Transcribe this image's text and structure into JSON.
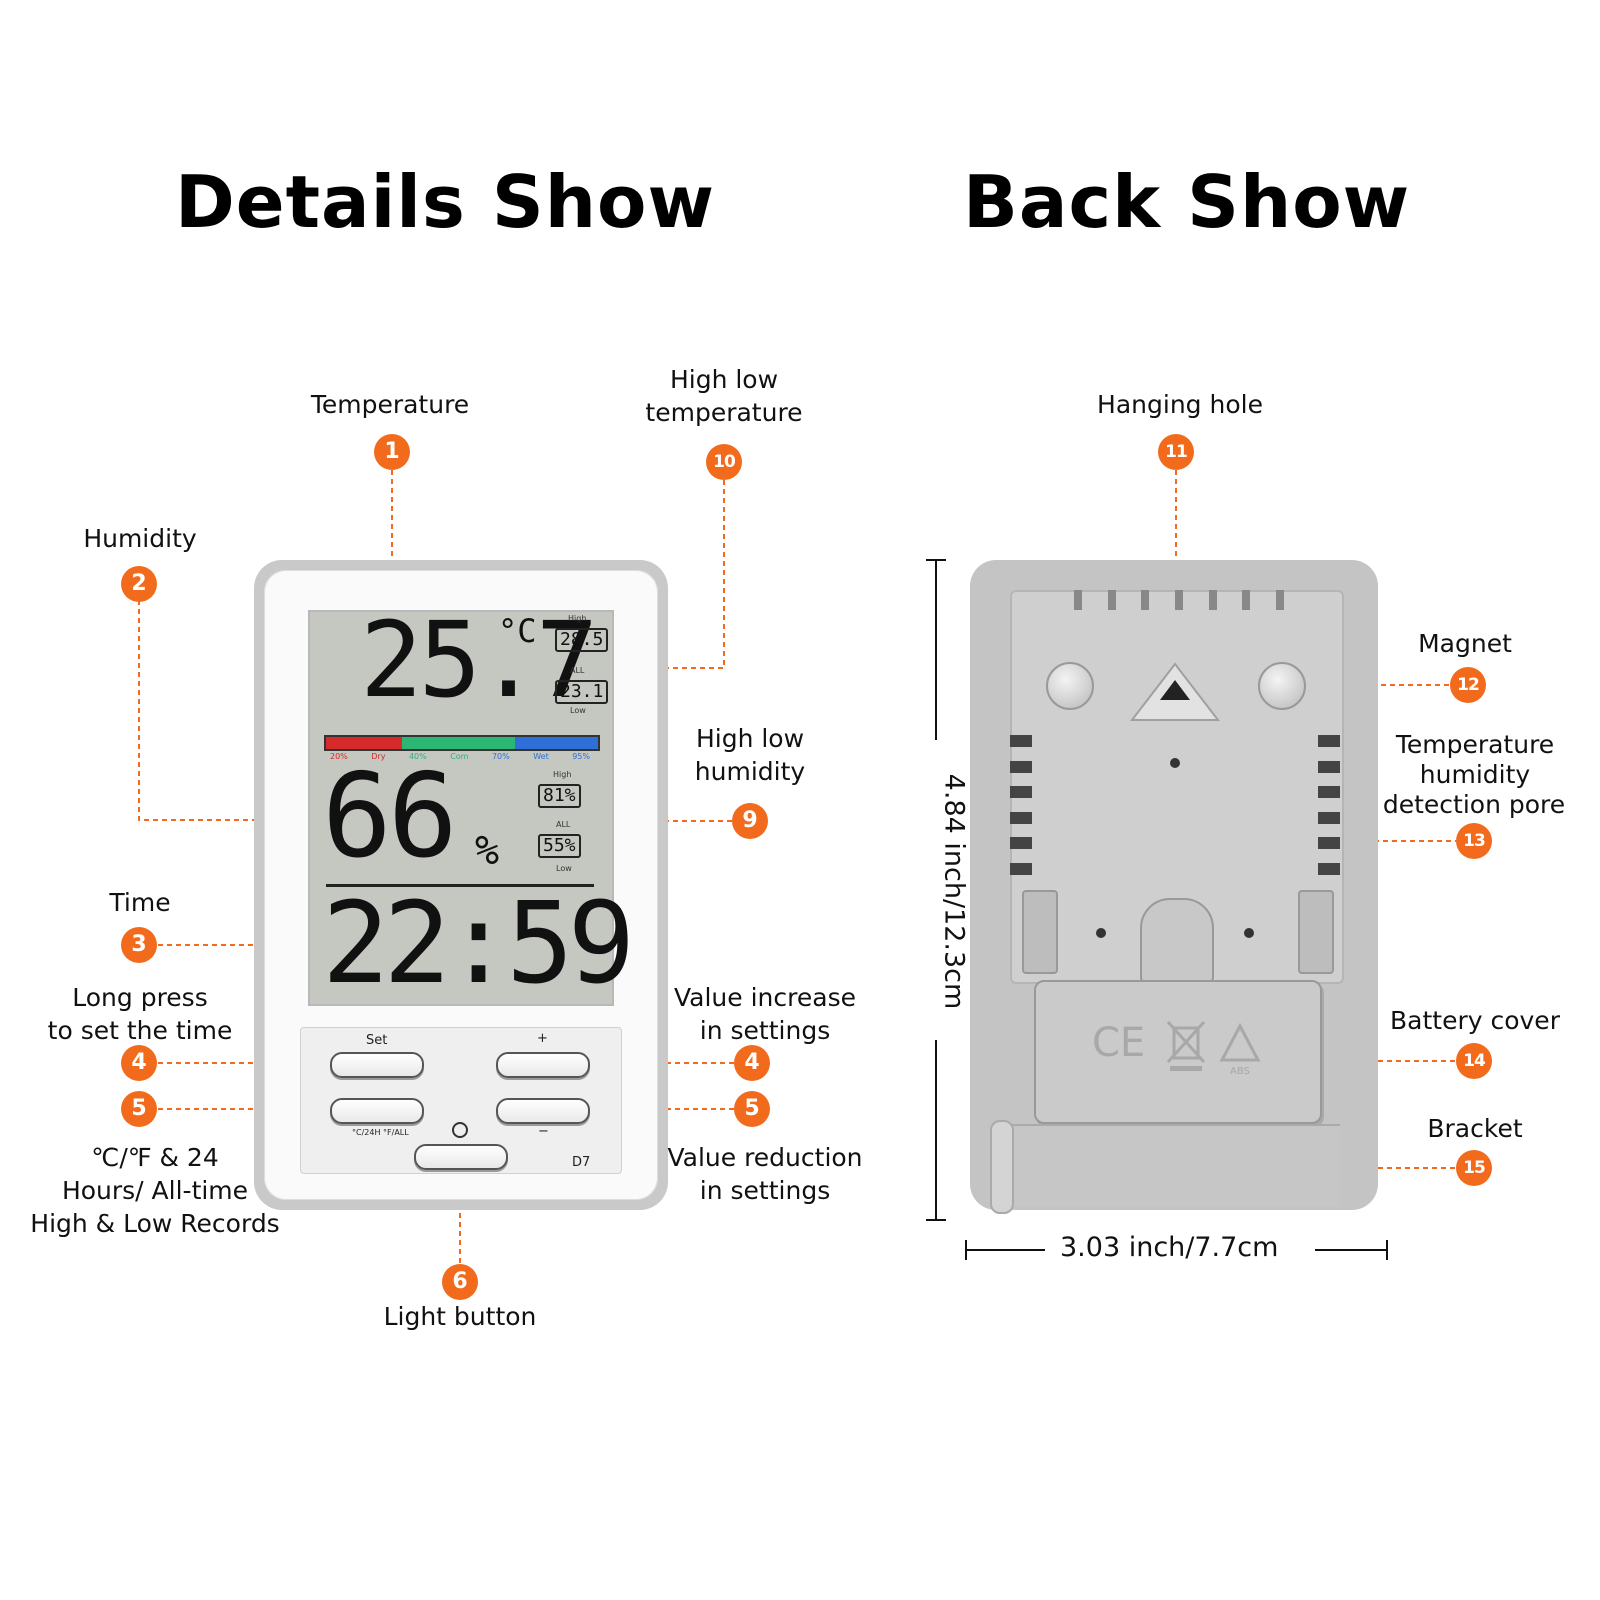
{
  "headings": {
    "details": "Details Show",
    "back": "Back Show"
  },
  "labels": {
    "temperature": "Temperature",
    "humidity": "Humidity",
    "time": "Time",
    "set_time_1": "Long press",
    "set_time_2": "to set the time",
    "unit_records_1": "℃/℉ & 24",
    "unit_records_2": "Hours/  All-time",
    "unit_records_3": "High & Low Records",
    "light_button": "Light button",
    "high_low_temp_1": "High low",
    "high_low_temp_2": "temperature",
    "high_low_humidity_1": "High low",
    "high_low_humidity_2": "humidity",
    "value_increase_1": "Value increase",
    "value_increase_2": "in settings",
    "value_reduction_1": "Value reduction",
    "value_reduction_2": "in settings",
    "hanging_hole": "Hanging hole",
    "magnet": "Magnet",
    "pore_1": "Temperature",
    "pore_2": "humidity",
    "pore_3": "detection pore",
    "battery_cover": "Battery cover",
    "bracket": "Bracket"
  },
  "callouts": {
    "c1": "1",
    "c2": "2",
    "c3": "3",
    "c4a": "4",
    "c4b": "4",
    "c5a": "5",
    "c5b": "5",
    "c6": "6",
    "c9": "9",
    "c10": "10",
    "c11": "11",
    "c12": "12",
    "c13": "13",
    "c14": "14",
    "c15": "15"
  },
  "display": {
    "temperature": "25.7",
    "temp_unit": "°C",
    "temp_high": "28.5",
    "temp_low": "23.1",
    "high": "High",
    "all": "ALL",
    "low": "Low",
    "humidity": "66",
    "humidity_unit": "%",
    "hum_high": "81%",
    "hum_low": "55%",
    "time": "22:59",
    "comfort_scale": [
      "20%",
      "Dry",
      "40%",
      "Com",
      "70%",
      "Wet",
      "95%"
    ]
  },
  "buttons": {
    "set": "Set",
    "plus": "+",
    "minus": "−",
    "unit_toggle": "°C/24H °F/ALL",
    "model": "D7"
  },
  "back": {
    "ce_mark": "CE",
    "abs_mark": "ABS"
  },
  "dimensions": {
    "height": "4.84 inch/12.3cm",
    "width": "3.03 inch/7.7cm"
  },
  "colors": {
    "accent": "#f26a1b",
    "scale_dry": "#d42a2a",
    "scale_com": "#2bb673",
    "scale_wet": "#2f6fd8"
  }
}
